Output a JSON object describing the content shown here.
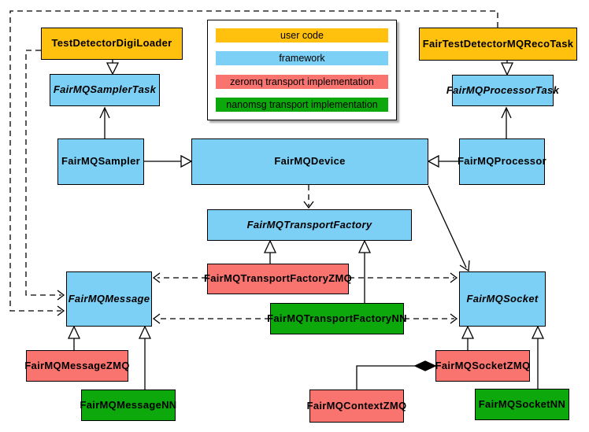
{
  "colors": {
    "user_code": "#ffc10e",
    "framework": "#7dd0f5",
    "zeromq": "#f9736f",
    "nanomsg": "#0cа80c",
    "nanomsg_fix": "#0ca80c",
    "line": "#000000",
    "background": "#ffffff"
  },
  "legend": {
    "items": [
      {
        "label": "user code",
        "color_key": "user_code"
      },
      {
        "label": "framework",
        "color_key": "framework"
      },
      {
        "label": "zeromq transport implementation",
        "color_key": "zeromq"
      },
      {
        "label": "nanomsg transport implementation",
        "color_key": "nanomsg_fix"
      }
    ]
  },
  "nodes": {
    "digiloader": {
      "label": "TestDetectorDigiLoader",
      "category": "user code",
      "abstract": false
    },
    "recotask": {
      "label": "FairTestDetectorMQRecoTask",
      "category": "user code",
      "abstract": false
    },
    "samplertask": {
      "label": "FairMQSamplerTask",
      "category": "framework",
      "abstract": true
    },
    "processortask": {
      "label": "FairMQProcessorTask",
      "category": "framework",
      "abstract": true
    },
    "sampler": {
      "label": "FairMQSampler",
      "category": "framework",
      "abstract": false
    },
    "device": {
      "label": "FairMQDevice",
      "category": "framework",
      "abstract": false
    },
    "processor": {
      "label": "FairMQProcessor",
      "category": "framework",
      "abstract": false
    },
    "factory": {
      "label": "FairMQTransportFactory",
      "category": "framework",
      "abstract": true
    },
    "factory_zmq": {
      "label": "FairMQTransportFactoryZMQ",
      "category": "zeromq",
      "abstract": false
    },
    "factory_nn": {
      "label": "FairMQTransportFactoryNN",
      "category": "nanomsg",
      "abstract": false
    },
    "message": {
      "label": "FairMQMessage",
      "category": "framework",
      "abstract": true
    },
    "socket": {
      "label": "FairMQSocket",
      "category": "framework",
      "abstract": true
    },
    "message_zmq": {
      "label": "FairMQMessageZMQ",
      "category": "zeromq",
      "abstract": false
    },
    "message_nn": {
      "label": "FairMQMessageNN",
      "category": "nanomsg",
      "abstract": false
    },
    "context_zmq": {
      "label": "FairMQContextZMQ",
      "category": "zeromq",
      "abstract": false
    },
    "socket_zmq": {
      "label": "FairMQSocketZMQ",
      "category": "zeromq",
      "abstract": false
    },
    "socket_nn": {
      "label": "FairMQSocketNN",
      "category": "nanomsg",
      "abstract": false
    }
  },
  "edges": [
    {
      "from": "TestDetectorDigiLoader",
      "to": "FairMQSamplerTask",
      "type": "inheritance-triangle"
    },
    {
      "from": "FairTestDetectorMQRecoTask",
      "to": "FairMQProcessorTask",
      "type": "inheritance-triangle"
    },
    {
      "from": "FairMQSampler",
      "to": "FairMQSamplerTask",
      "type": "open-arrow"
    },
    {
      "from": "FairMQProcessor",
      "to": "FairMQProcessorTask",
      "type": "open-arrow"
    },
    {
      "from": "FairMQSampler",
      "to": "FairMQDevice",
      "type": "inheritance-triangle"
    },
    {
      "from": "FairMQProcessor",
      "to": "FairMQDevice",
      "type": "inheritance-triangle"
    },
    {
      "from": "FairMQDevice",
      "to": "FairMQTransportFactory",
      "type": "dashed-dependency"
    },
    {
      "from": "FairMQDevice",
      "to": "FairMQSocket",
      "type": "open-arrow"
    },
    {
      "from": "FairMQTransportFactoryZMQ",
      "to": "FairMQTransportFactory",
      "type": "inheritance-triangle"
    },
    {
      "from": "FairMQTransportFactoryNN",
      "to": "FairMQTransportFactory",
      "type": "inheritance-triangle"
    },
    {
      "from": "FairMQTransportFactoryZMQ",
      "to": "FairMQMessage",
      "type": "dashed-dependency"
    },
    {
      "from": "FairMQTransportFactoryZMQ",
      "to": "FairMQSocket",
      "type": "dashed-dependency"
    },
    {
      "from": "FairMQTransportFactoryNN",
      "to": "FairMQMessage",
      "type": "dashed-dependency"
    },
    {
      "from": "FairMQTransportFactoryNN",
      "to": "FairMQSocket",
      "type": "dashed-dependency"
    },
    {
      "from": "TestDetectorDigiLoader",
      "to": "FairMQMessage",
      "type": "dashed-dependency"
    },
    {
      "from": "FairTestDetectorMQRecoTask",
      "to": "FairMQMessage",
      "type": "dashed-dependency"
    },
    {
      "from": "FairMQMessageZMQ",
      "to": "FairMQMessage",
      "type": "inheritance-triangle"
    },
    {
      "from": "FairMQMessageNN",
      "to": "FairMQMessage",
      "type": "inheritance-triangle"
    },
    {
      "from": "FairMQSocketZMQ",
      "to": "FairMQSocket",
      "type": "inheritance-triangle"
    },
    {
      "from": "FairMQSocketNN",
      "to": "FairMQSocket",
      "type": "inheritance-triangle"
    },
    {
      "from": "FairMQContextZMQ",
      "to": "FairMQSocketZMQ",
      "type": "composition-diamond"
    }
  ]
}
